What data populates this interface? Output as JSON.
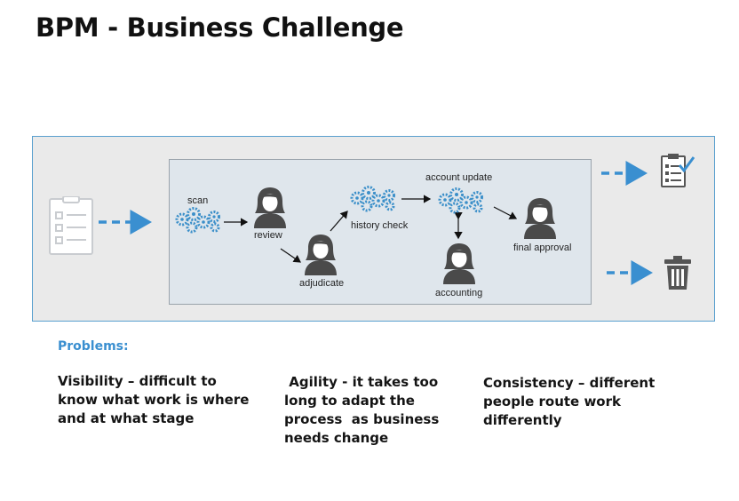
{
  "title": "BPM - Business Challenge",
  "flow": {
    "labels": {
      "scan": "scan",
      "review": "review",
      "adjudicate": "adjudicate",
      "history_check": "history check",
      "account_update": "account update",
      "accounting": "accounting",
      "final_approval": "final approval"
    }
  },
  "problems": {
    "heading": "Problems:",
    "items": [
      "Visibility – difficult to know what work is where and at what stage",
      " Agility - it takes too long to adapt the process  as business needs change",
      "Consistency – different people route work differently"
    ]
  },
  "colors": {
    "accent": "#3a8fd0",
    "panel_border": "#5aa0cf",
    "panel_bg": "#eaeaea",
    "inner_bg": "#dfe6ec",
    "person": "#4a4a4a",
    "gear": "#3b8fc9"
  },
  "icons": [
    "form-document-icon",
    "gears-icon",
    "person-icon",
    "checklist-icon",
    "trash-bin-icon"
  ]
}
